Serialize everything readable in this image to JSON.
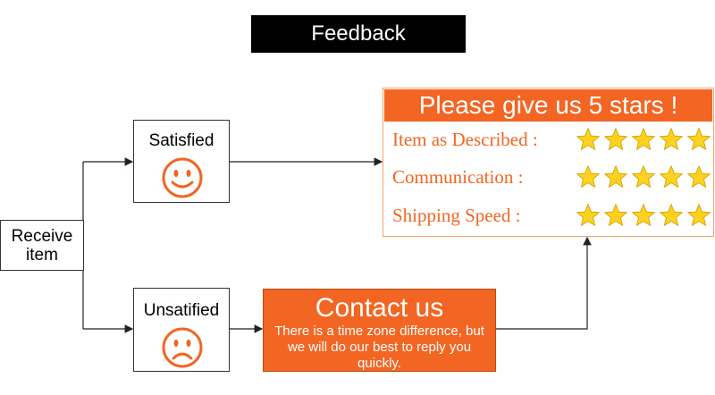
{
  "title": "Feedback",
  "nodes": {
    "receive": {
      "line1": "Receive",
      "line2": "item"
    },
    "satisfied": {
      "label": "Satisfied",
      "face": "smiley-face-icon"
    },
    "unsatisfied": {
      "label": "Unsatified",
      "face": "sad-face-icon"
    }
  },
  "contact": {
    "title": "Contact us",
    "text": "There is a time zone difference, but we will do our best to reply you quickly."
  },
  "rating_panel": {
    "header": "Please give us 5 stars  !",
    "rows": [
      {
        "label": "Item as Described :",
        "stars": 5
      },
      {
        "label": "Communication :",
        "stars": 5
      },
      {
        "label": "Shipping Speed :",
        "stars": 5
      }
    ]
  },
  "colors": {
    "accent": "#f26522",
    "star": "#ffd21f",
    "title_bg": "#000000"
  }
}
